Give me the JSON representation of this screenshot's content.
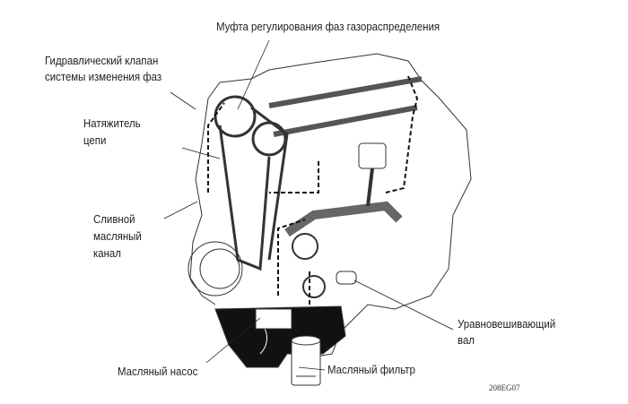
{
  "labels": {
    "vvt_coupling": "Муфта регулирования фаз газораспределения",
    "hydraulic_valve_line1": "Гидравлический клапан",
    "hydraulic_valve_line2": "системы изменения фаз",
    "tensioner_line1": "Натяжитель",
    "tensioner_line2": "цепи",
    "drain_line1": "Сливной",
    "drain_line2": "масляный",
    "drain_line3": "канал",
    "balance_shaft_line1": "Уравновешивающий",
    "balance_shaft_line2": "вал",
    "oil_pump": "Масляный насос",
    "oil_filter": "Масляный фильтр"
  },
  "figure_code": "208EG07"
}
